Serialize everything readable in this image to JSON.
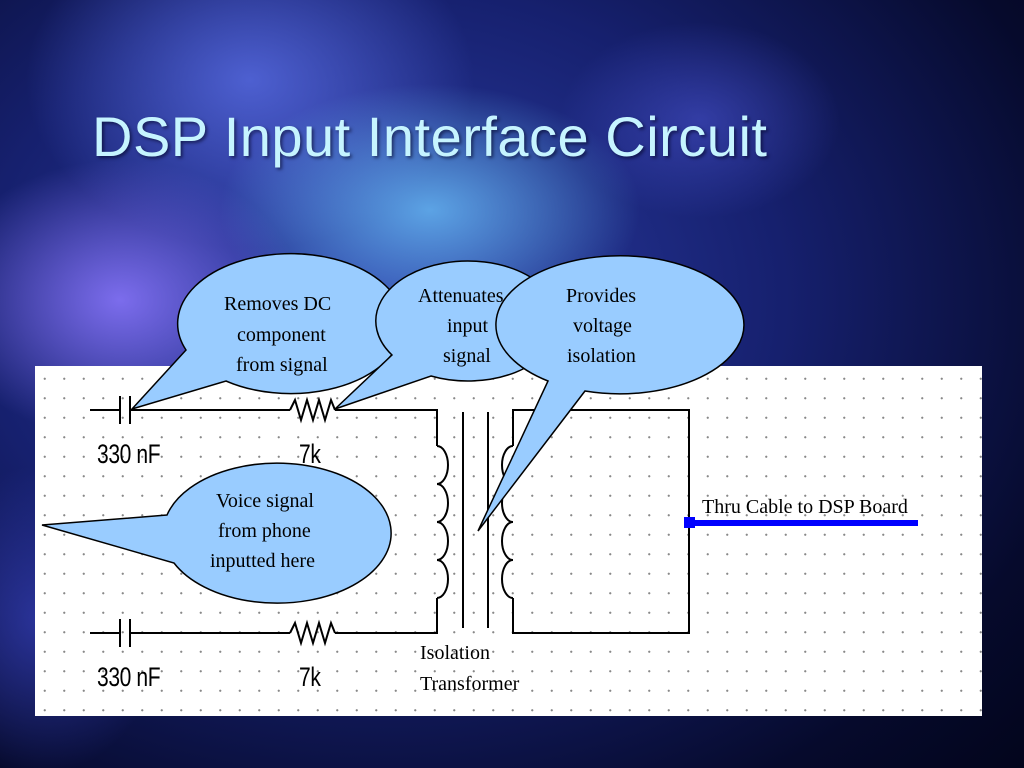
{
  "slide": {
    "title": "DSP Input Interface Circuit"
  },
  "circuit": {
    "capacitor_top_label": "330 nF",
    "capacitor_bottom_label": "330 nF",
    "resistor_top_label": "7k",
    "resistor_bottom_label": "7k",
    "transformer_label_line1": "Isolation",
    "transformer_label_line2": "Transformer",
    "output_label": "Thru Cable to DSP Board"
  },
  "callouts": {
    "dc": [
      "Removes DC",
      "component",
      "from signal"
    ],
    "attenuates": [
      "Attenuates",
      "input",
      "signal"
    ],
    "isolation": [
      "Provides",
      "voltage",
      "isolation"
    ],
    "voice": [
      "Voice signal",
      "from phone",
      "inputted here"
    ]
  },
  "colors": {
    "title": "#c6f4ff",
    "bubble_fill": "#99ccff",
    "output_wire": "#0000ff"
  }
}
